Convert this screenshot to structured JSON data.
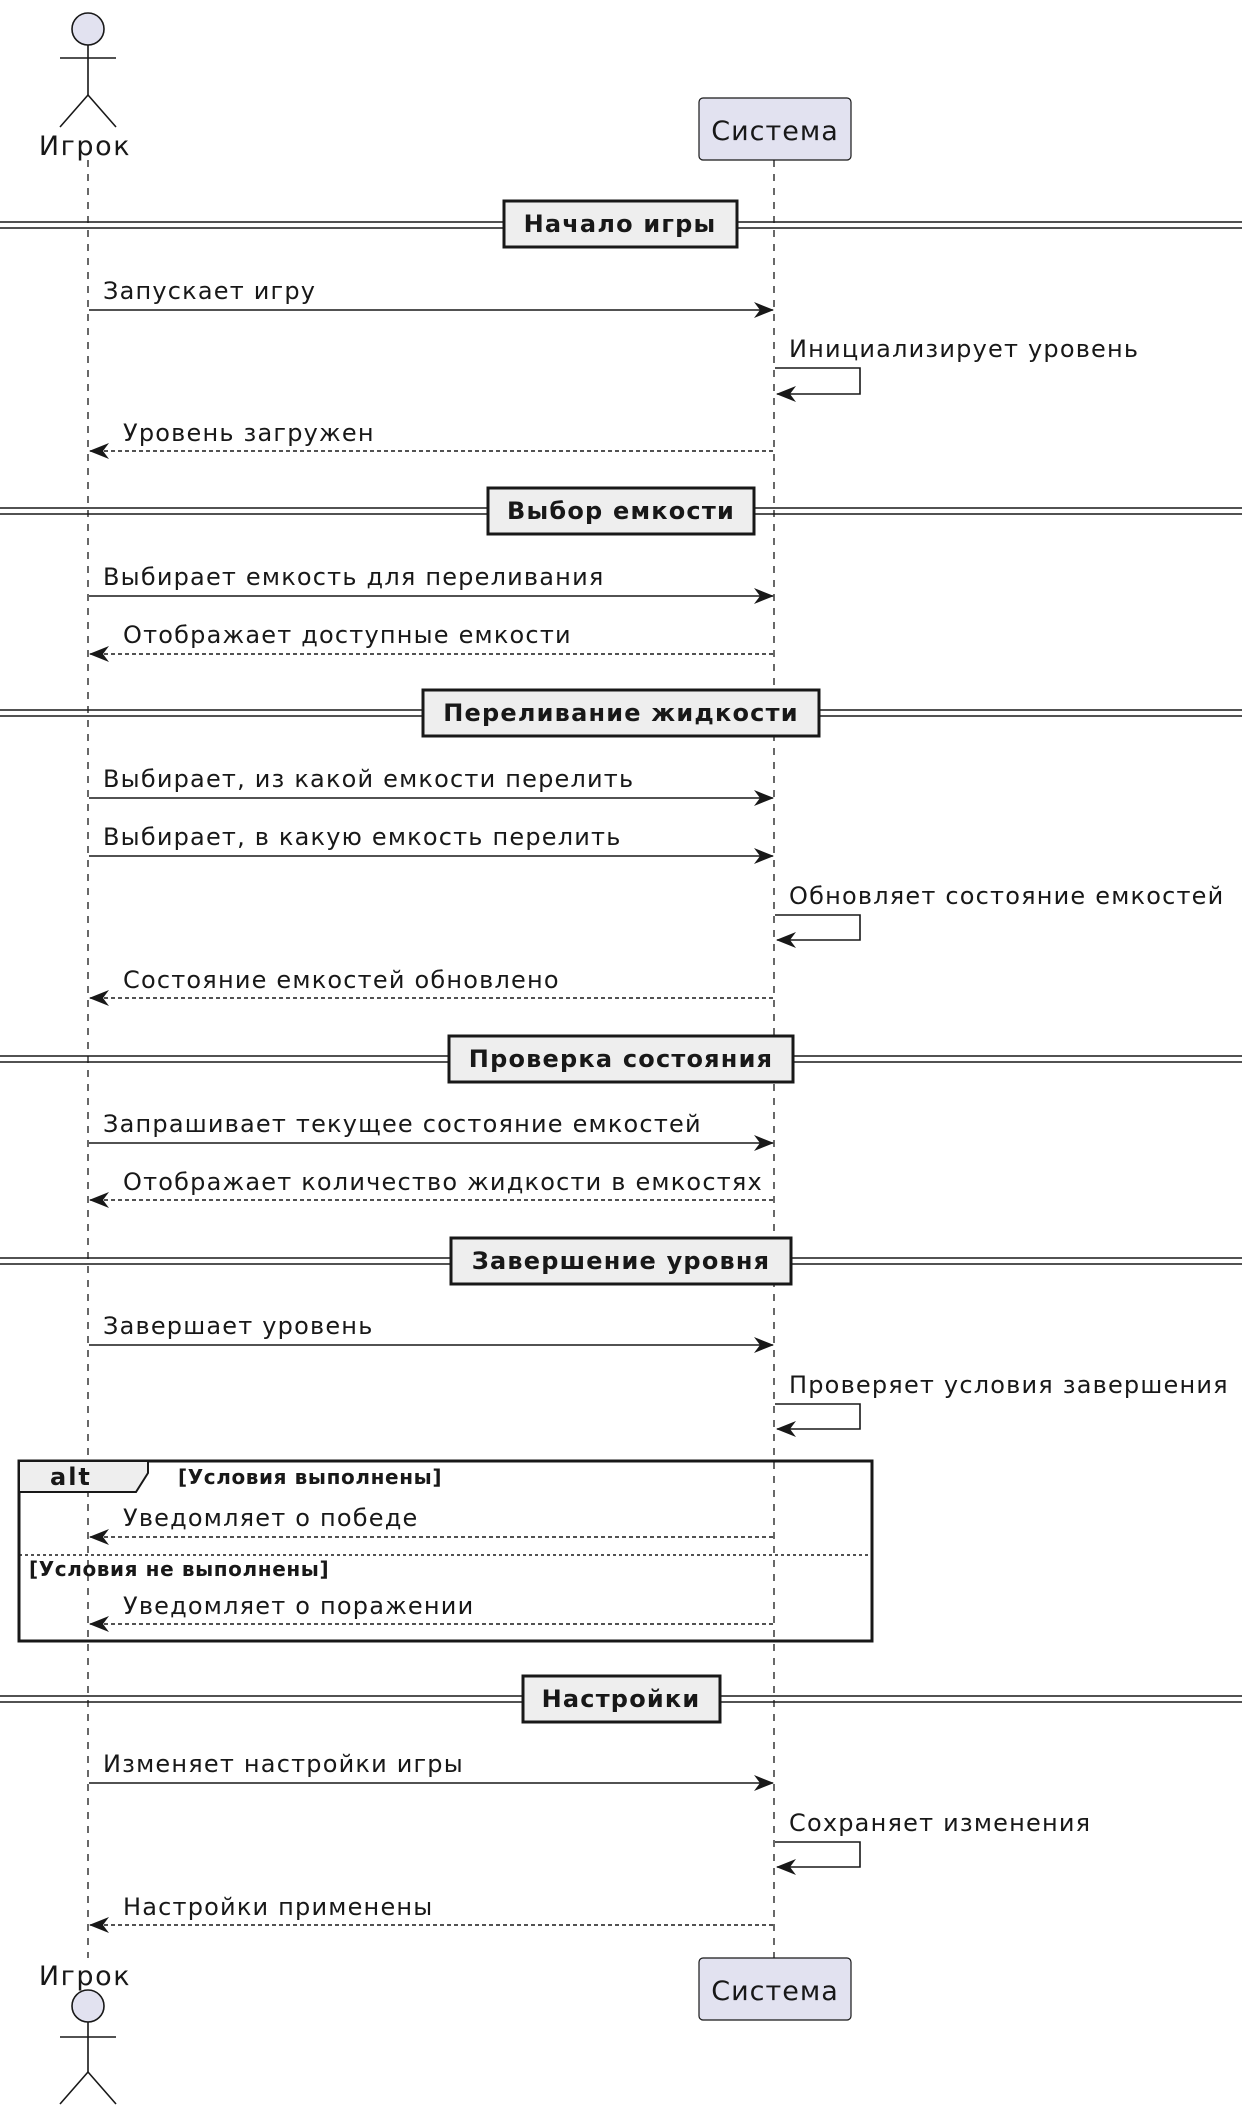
{
  "participants": {
    "player": "Игрок",
    "system": "Система"
  },
  "separators": [
    "Начало игры",
    "Выбор емкости",
    "Переливание жидкости",
    "Проверка состояния",
    "Завершение уровня",
    "Настройки"
  ],
  "messages": [
    {
      "from": "player",
      "to": "system",
      "style": "solid",
      "text": "Запускает игру"
    },
    {
      "from": "system",
      "to": "system",
      "style": "solid",
      "text": "Инициализирует уровень"
    },
    {
      "from": "system",
      "to": "player",
      "style": "dashed",
      "text": "Уровень загружен"
    },
    {
      "from": "player",
      "to": "system",
      "style": "solid",
      "text": "Выбирает емкость для переливания"
    },
    {
      "from": "system",
      "to": "player",
      "style": "dashed",
      "text": "Отображает доступные емкости"
    },
    {
      "from": "player",
      "to": "system",
      "style": "solid",
      "text": "Выбирает, из какой емкости перелить"
    },
    {
      "from": "player",
      "to": "system",
      "style": "solid",
      "text": "Выбирает, в какую емкость перелить"
    },
    {
      "from": "system",
      "to": "system",
      "style": "solid",
      "text": "Обновляет состояние емкостей"
    },
    {
      "from": "system",
      "to": "player",
      "style": "dashed",
      "text": "Состояние емкостей обновлено"
    },
    {
      "from": "player",
      "to": "system",
      "style": "solid",
      "text": "Запрашивает текущее состояние емкостей"
    },
    {
      "from": "system",
      "to": "player",
      "style": "dashed",
      "text": "Отображает количество жидкости в емкостях"
    },
    {
      "from": "player",
      "to": "system",
      "style": "solid",
      "text": "Завершает уровень"
    },
    {
      "from": "system",
      "to": "system",
      "style": "solid",
      "text": "Проверяет условия завершения"
    },
    {
      "from": "system",
      "to": "player",
      "style": "dashed",
      "text": "Уведомляет о победе"
    },
    {
      "from": "system",
      "to": "player",
      "style": "dashed",
      "text": "Уведомляет о поражении"
    },
    {
      "from": "player",
      "to": "system",
      "style": "solid",
      "text": "Изменяет настройки игры"
    },
    {
      "from": "system",
      "to": "system",
      "style": "solid",
      "text": "Сохраняет изменения"
    },
    {
      "from": "system",
      "to": "player",
      "style": "dashed",
      "text": "Настройки применены"
    }
  ],
  "alt_fragment": {
    "label": "alt",
    "guard_1": "[Условия выполнены]",
    "guard_2": "[Условия не выполнены]"
  },
  "colors": {
    "line": "#181818",
    "participant_fill": "#E2E2F0",
    "separator_fill": "#EEEEEE",
    "background": "#FFFFFF"
  }
}
